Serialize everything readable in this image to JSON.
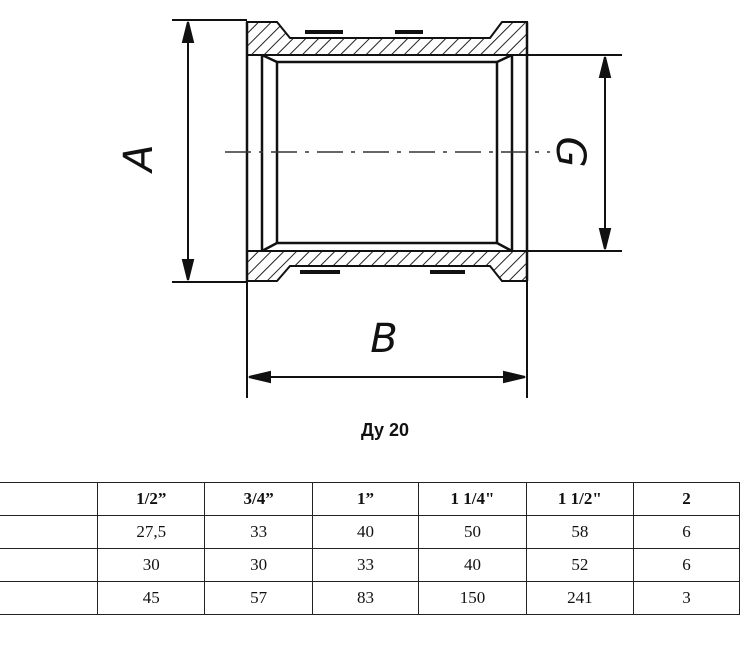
{
  "drawing": {
    "labels": {
      "a": "A",
      "b": "B",
      "g": "G"
    }
  },
  "caption": "Ду 20",
  "table": {
    "headers": [
      "",
      "1/2”",
      "3/4”",
      "1”",
      "1 1/4\"",
      "1 1/2\"",
      "2"
    ],
    "rows": [
      [
        "",
        "27,5",
        "33",
        "40",
        "50",
        "58",
        "6"
      ],
      [
        "",
        "30",
        "30",
        "33",
        "40",
        "52",
        "6"
      ],
      [
        "",
        "45",
        "57",
        "83",
        "150",
        "241",
        "3"
      ]
    ]
  }
}
